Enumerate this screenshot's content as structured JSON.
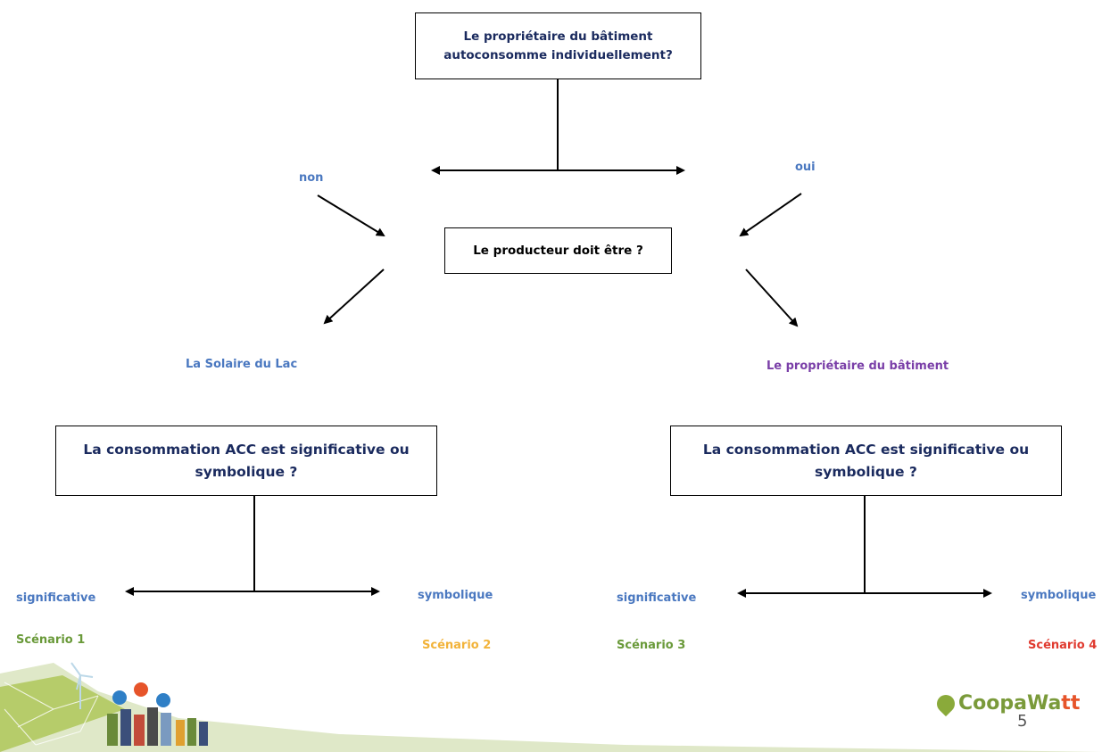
{
  "boxes": {
    "top": "Le propriétaire du bâtiment autoconsomme individuellement?",
    "middle": "Le producteur doit être ?",
    "left": "La consommation ACC est significative ou symbolique ?",
    "right": "La consommation ACC est significative ou symbolique ?"
  },
  "labels": {
    "non": "non",
    "oui": "oui",
    "left_result": "La Solaire du Lac",
    "right_result": "Le propriétaire du bâtiment",
    "l_significative": "significative",
    "l_symbolique": "symbolique",
    "r_significative": "significative",
    "r_symbolique": "symbolique"
  },
  "scenarios": {
    "s1": "Scénario 1",
    "s2": "Scénario 2",
    "s3": "Scénario 3",
    "s4": "Scénario 4"
  },
  "colors": {
    "box_text": "#1a2a5e",
    "branch_label": "#4a78c0",
    "owner_label": "#7a3fa8",
    "scenario_1": "#6a9a3a",
    "scenario_2": "#f2b33a",
    "scenario_3": "#6a9a3a",
    "scenario_4": "#e03a2f"
  },
  "footer": {
    "logo_main": "CoopaWa",
    "logo_accent": "tt",
    "page_number": "5"
  }
}
